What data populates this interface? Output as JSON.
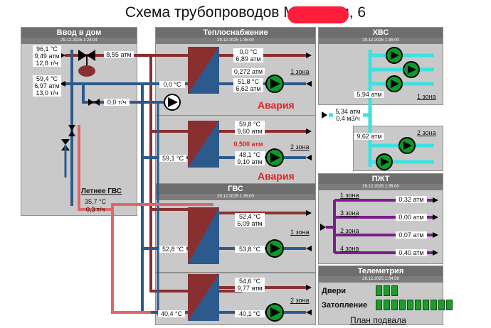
{
  "title": "Схема трубопроводов МКД Л           ая, 6",
  "colors": {
    "hot": "#8a2f2f",
    "cold": "#2d5a8c",
    "pink": "#e06666",
    "cyan": "#3fe0e0",
    "purple": "#7a1f8a",
    "pump": "#0e9a2a",
    "alarm": "#e02020"
  },
  "inlet": {
    "header": "Ввод в дом",
    "time": "29.12.2025 1:24:04",
    "supply": {
      "temp": "96,1 °C",
      "pressure": "9,49 атм",
      "flow": "12,8 т/ч"
    },
    "return": {
      "temp": "59,4 °C",
      "pressure": "6,97 атм",
      "flow": "13,0 т/ч"
    },
    "after_regulator": "8,55 атм",
    "bypass_flow": "0,0 т/ч",
    "summer_label": "Летнее ГВС",
    "summer_temp": "35,7 °C",
    "summer_flow": "0,3 т/ч"
  },
  "heating": {
    "header": "Теплоснабжение",
    "time": "29.12.2025 1:35:00",
    "z1": {
      "out_temp": "0,0 °C",
      "out_pressure": "6,89 атм",
      "mid_pressure": "0,272 атм",
      "ret_temp": "51,8 °C",
      "ret_pressure": "6,62 атм",
      "in_temp": "0,0 °C",
      "zone": "1 зона",
      "alarm": "Авария"
    },
    "z2": {
      "out_temp": "59,8 °C",
      "out_pressure": "9,60 атм",
      "mid_pressure": "0,500 атм",
      "ret_temp": "48,1 °C",
      "ret_pressure": "9,10 атм",
      "in_temp": "59,1 °C",
      "zone": "2 зона",
      "alarm": "Авария"
    }
  },
  "gvs": {
    "header": "ГВС",
    "time": "29.12.2025 1:35:00",
    "z1": {
      "out_temp": "52,4 °C",
      "out_pressure": "6,09 атм",
      "in_temp": "52,8 °C",
      "ret_temp": "53,8 °C",
      "zone": "1 зона"
    },
    "z2": {
      "out_temp": "54,6 °C",
      "out_pressure": "9,77 атм",
      "in_temp": "40,4 °C",
      "ret_temp": "40,1 °C",
      "zone": "2 зона"
    }
  },
  "hvs": {
    "header": "ХВС",
    "time": "29.12.2025 1:35:00",
    "z1_pressure": "5,94 атм",
    "z1_label": "1 зона",
    "inlet_pressure": "5,34 атм",
    "inlet_flow": "0.4 м3/ч",
    "z2_pressure": "9,62 атм",
    "z2_label": "2 зона"
  },
  "pzht": {
    "header": "ПЖТ",
    "time": "29.12.2025 1:35:00",
    "zones": [
      {
        "label": "1 зона",
        "value": "0,32 атм"
      },
      {
        "label": "3 зона",
        "value": "0,00 атм"
      },
      {
        "label": "2 зона",
        "value": "0,07 атм"
      },
      {
        "label": "4 зона",
        "value": "0,40 атм"
      }
    ]
  },
  "telemetry": {
    "header": "Телеметрия",
    "time": "29.12.2025 1:34:56",
    "doors_label": "Двери",
    "flood_label": "Затопление",
    "doors_ok": 3,
    "flood_ok": 10,
    "basement_link": "План подвала"
  }
}
